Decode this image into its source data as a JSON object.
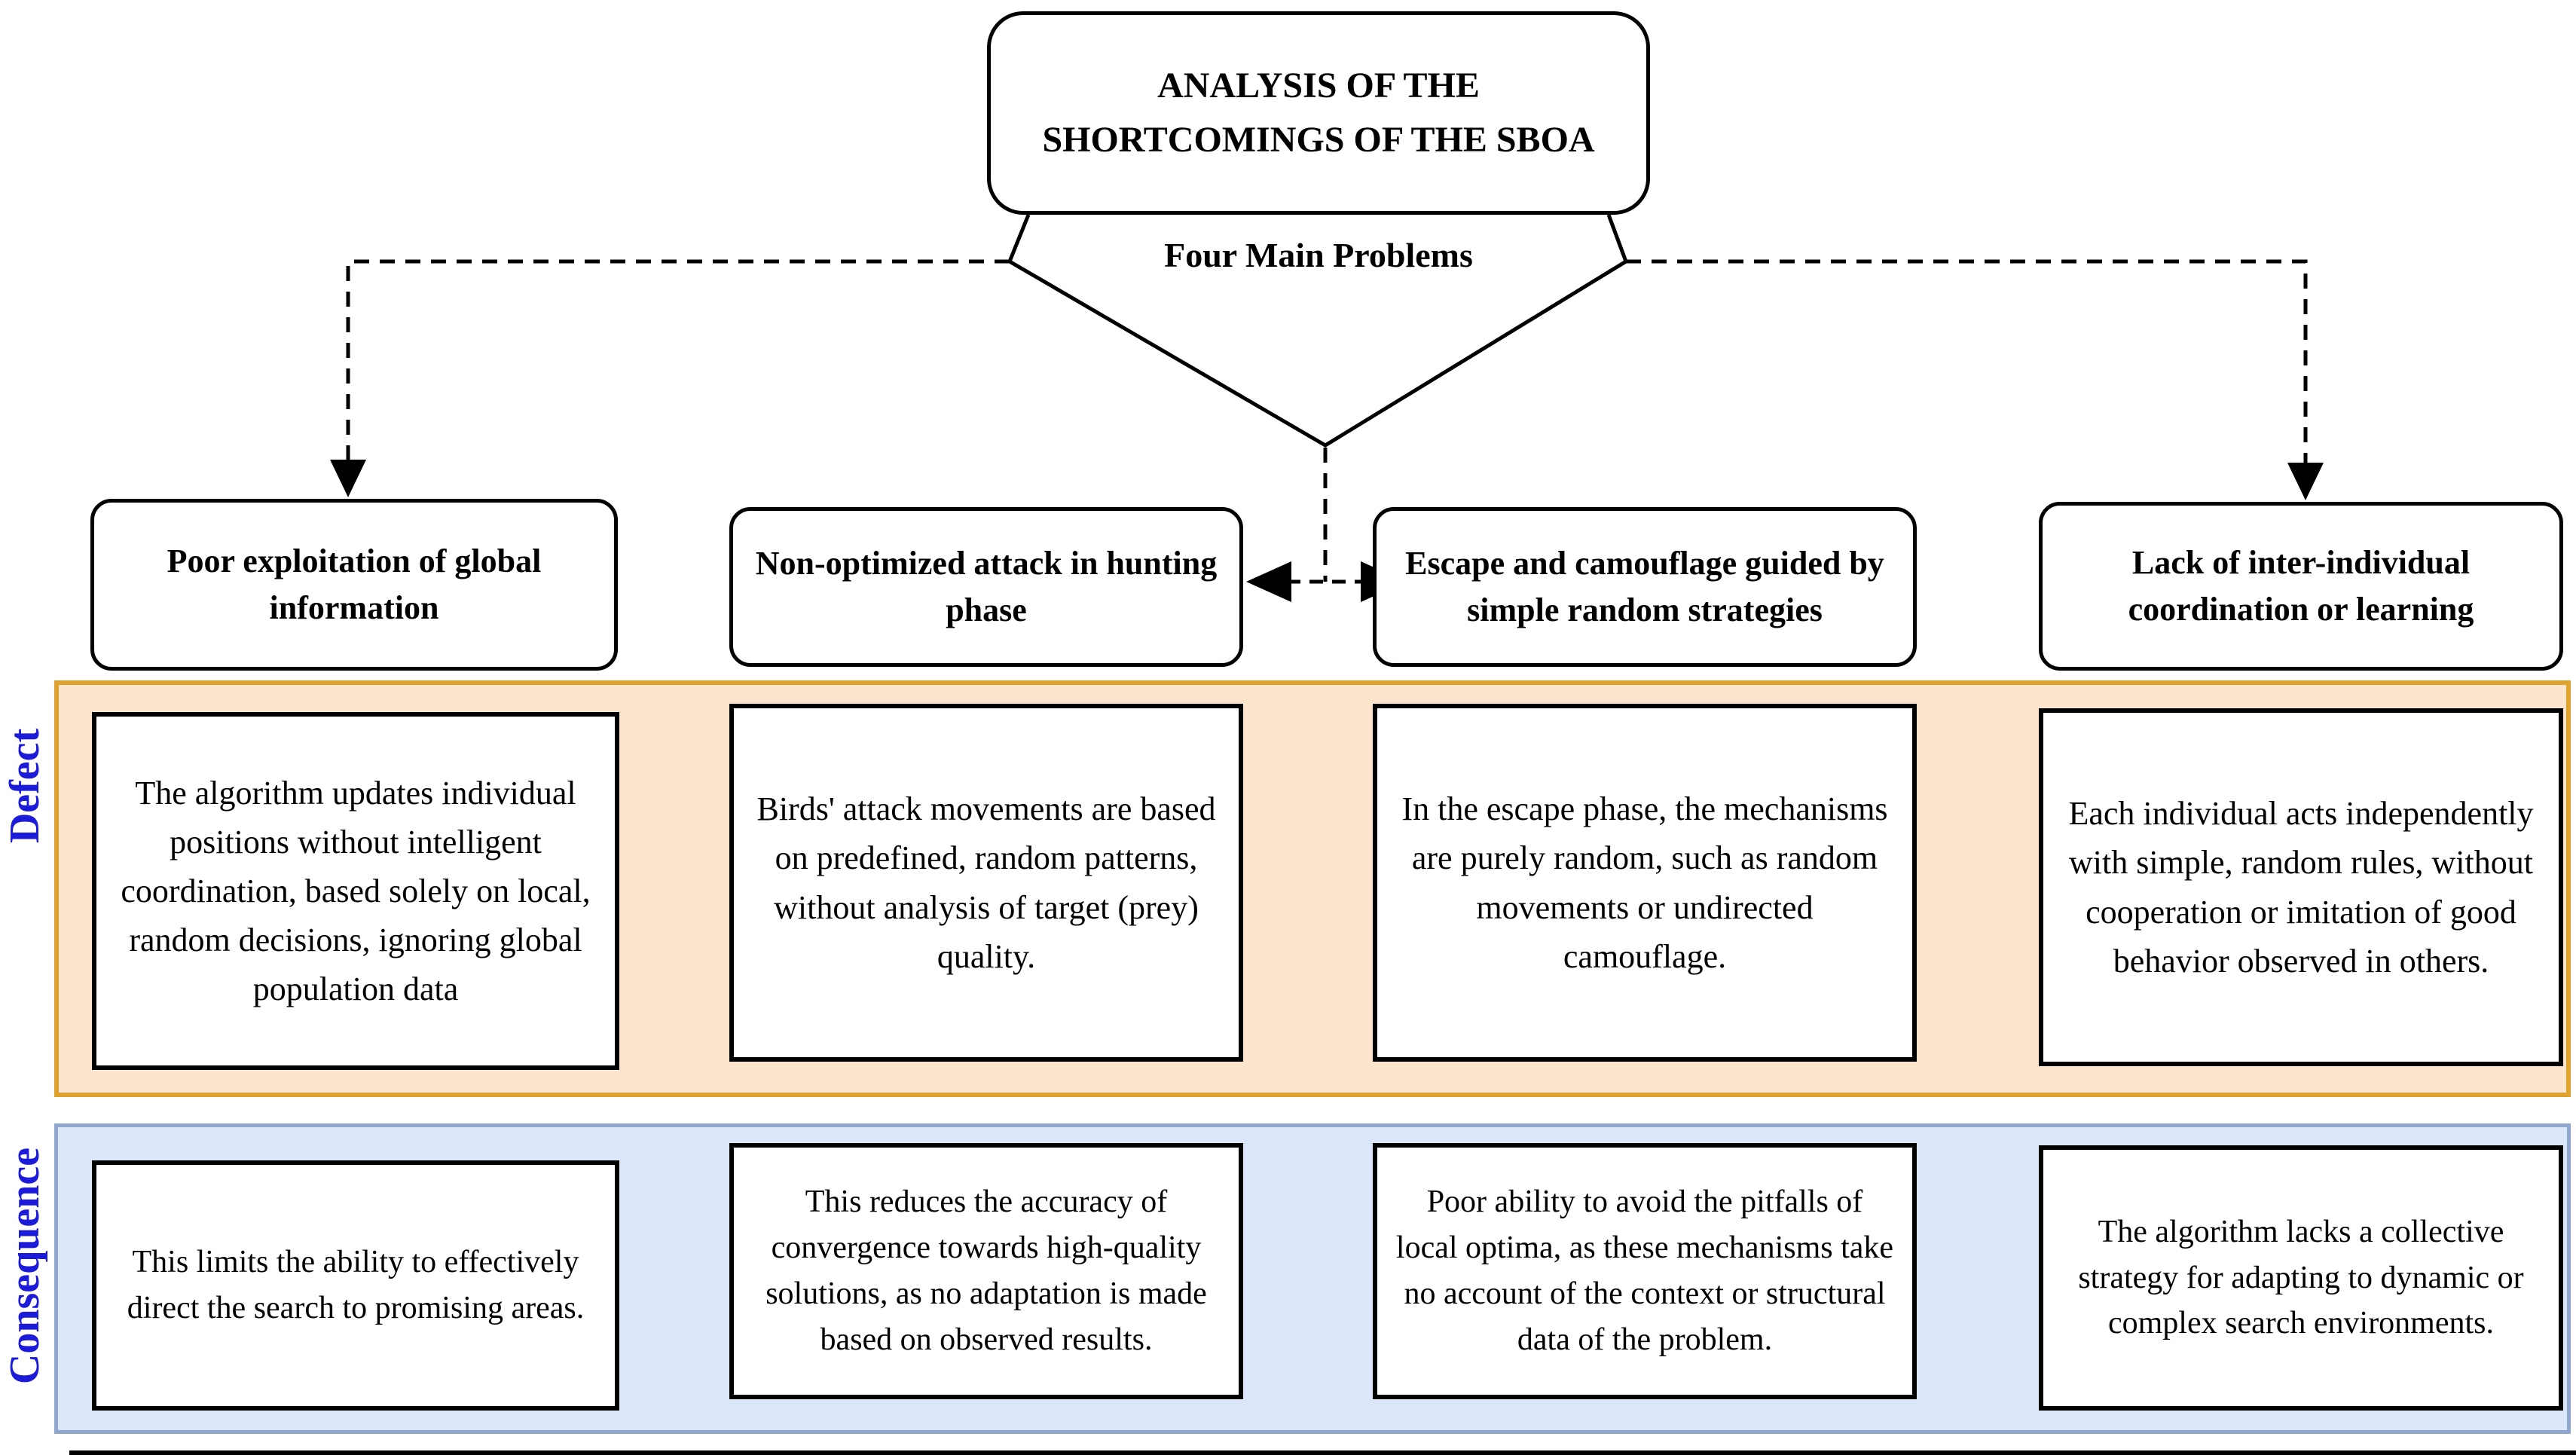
{
  "title": "ANALYSIS OF THE SHORTCOMINGS OF THE SBOA",
  "decision": "Four Main Problems",
  "labels": {
    "defect": "Defect",
    "consequence": "Consequence"
  },
  "columns": [
    {
      "problem": "Poor exploitation of global information",
      "defect": "The algorithm updates individual positions without intelligent coordination, based solely on local, random decisions, ignoring global population data",
      "consequence": "This limits the ability to effectively direct the search to promising areas."
    },
    {
      "problem": "Non-optimized attack in hunting phase",
      "defect": "Birds' attack movements are based on predefined, random patterns, without analysis of target (prey) quality.",
      "consequence": "This reduces the accuracy of convergence towards high-quality solutions, as no adaptation is made based on observed results."
    },
    {
      "problem": "Escape and camouflage guided by simple random strategies",
      "defect": "In the escape phase, the mechanisms are purely random, such as random movements or undirected camouflage.",
      "consequence": "Poor ability to avoid the pitfalls of local optima, as these mechanisms take no account of the context or structural data of the problem."
    },
    {
      "problem": "Lack of inter-individual coordination or learning",
      "defect": "Each individual acts independently with simple, random rules, without cooperation or imitation of good behavior observed in others.",
      "consequence": "The algorithm lacks a collective strategy for adapting to dynamic or complex search environments."
    }
  ],
  "colors": {
    "defect_band_fill": "#fce5cc",
    "defect_band_border": "#dfa22e",
    "consequence_band_fill": "#dbe7f8",
    "consequence_band_border": "#8fa8cf",
    "row_label": "#1b1bd8",
    "line": "#000000"
  }
}
